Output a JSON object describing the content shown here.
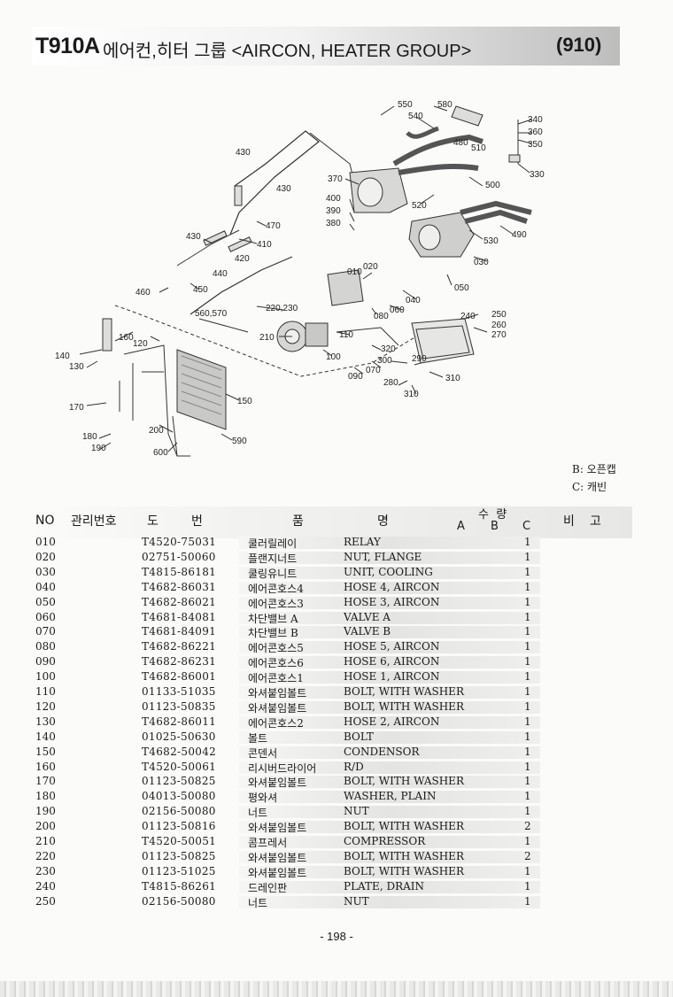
{
  "header": {
    "model": "T910A",
    "title": "에어컨,히터 그룹 <AIRCON, HEATER GROUP>",
    "section": "(910)"
  },
  "diagram": {
    "callouts": [
      "550",
      "580",
      "540",
      "480",
      "510",
      "340",
      "360",
      "350",
      "330",
      "430",
      "430",
      "370",
      "500",
      "400",
      "390",
      "380",
      "520",
      "470",
      "490",
      "410",
      "530",
      "430",
      "420",
      "030",
      "440",
      "010",
      "020",
      "050",
      "040",
      "460",
      "450",
      "220,230",
      "560,570",
      "060",
      "080",
      "240",
      "250",
      "260",
      "270",
      "210",
      "110",
      "160",
      "140",
      "130",
      "120",
      "320",
      "100",
      "300",
      "290",
      "090",
      "070",
      "310",
      "280",
      "310",
      "150",
      "170",
      "200",
      "180",
      "190",
      "590",
      "600"
    ]
  },
  "legend": {
    "b": "B: 오픈캡",
    "c": "C: 캐빈"
  },
  "table": {
    "headers": {
      "no": "NO",
      "mgmt": "관리번호",
      "do": "도",
      "beon": "번",
      "pum": "품",
      "myeong": "명",
      "qty": "수  량",
      "a": "A",
      "b": "B",
      "c": "C",
      "bi": "비",
      "go": "고"
    },
    "rows": [
      {
        "no": "010",
        "part": "T4520-75031",
        "kr": "쿨러릴레이",
        "en": "RELAY",
        "qty": "1"
      },
      {
        "no": "020",
        "part": "02751-50060",
        "kr": "플랜지너트",
        "en": "NUT, FLANGE",
        "qty": "1"
      },
      {
        "no": "030",
        "part": "T4815-86181",
        "kr": "쿨링유니트",
        "en": "UNIT, COOLING",
        "qty": "1"
      },
      {
        "no": "040",
        "part": "T4682-86031",
        "kr": "에어콘호스4",
        "en": "HOSE 4, AIRCON",
        "qty": "1"
      },
      {
        "no": "050",
        "part": "T4682-86021",
        "kr": "에어콘호스3",
        "en": "HOSE 3, AIRCON",
        "qty": "1"
      },
      {
        "no": "060",
        "part": "T4681-84081",
        "kr": "차단밸브 A",
        "en": "VALVE A",
        "qty": "1"
      },
      {
        "no": "070",
        "part": "T4681-84091",
        "kr": "차단밸브 B",
        "en": "VALVE B",
        "qty": "1"
      },
      {
        "no": "080",
        "part": "T4682-86221",
        "kr": "에어콘호스5",
        "en": "HOSE 5, AIRCON",
        "qty": "1"
      },
      {
        "no": "090",
        "part": "T4682-86231",
        "kr": "에어콘호스6",
        "en": "HOSE 6, AIRCON",
        "qty": "1"
      },
      {
        "no": "100",
        "part": "T4682-86001",
        "kr": "에어콘호스1",
        "en": "HOSE 1, AIRCON",
        "qty": "1"
      },
      {
        "no": "110",
        "part": "01133-51035",
        "kr": "와셔붙임볼트",
        "en": "BOLT, WITH WASHER",
        "qty": "1"
      },
      {
        "no": "120",
        "part": "01123-50835",
        "kr": "와셔붙임볼트",
        "en": "BOLT, WITH WASHER",
        "qty": "1"
      },
      {
        "no": "130",
        "part": "T4682-86011",
        "kr": "에어콘호스2",
        "en": "HOSE 2, AIRCON",
        "qty": "1"
      },
      {
        "no": "140",
        "part": "01025-50630",
        "kr": "볼트",
        "en": "BOLT",
        "qty": "1"
      },
      {
        "no": "150",
        "part": "T4682-50042",
        "kr": "콘덴서",
        "en": "CONDENSOR",
        "qty": "1"
      },
      {
        "no": "160",
        "part": "T4520-50061",
        "kr": "리시버드라이어",
        "en": "R/D",
        "qty": "1"
      },
      {
        "no": "170",
        "part": "01123-50825",
        "kr": "와셔붙임볼트",
        "en": "BOLT, WITH WASHER",
        "qty": "1"
      },
      {
        "no": "180",
        "part": "04013-50080",
        "kr": "평와셔",
        "en": "WASHER, PLAIN",
        "qty": "1"
      },
      {
        "no": "190",
        "part": "02156-50080",
        "kr": "너트",
        "en": "NUT",
        "qty": "1"
      },
      {
        "no": "200",
        "part": "01123-50816",
        "kr": "와셔붙임볼트",
        "en": "BOLT, WITH WASHER",
        "qty": "2"
      },
      {
        "no": "210",
        "part": "T4520-50051",
        "kr": "콤프레서",
        "en": "COMPRESSOR",
        "qty": "1"
      },
      {
        "no": "220",
        "part": "01123-50825",
        "kr": "와셔붙임볼트",
        "en": "BOLT, WITH WASHER",
        "qty": "2"
      },
      {
        "no": "230",
        "part": "01123-51025",
        "kr": "와셔붙임볼트",
        "en": "BOLT, WITH WASHER",
        "qty": "1"
      },
      {
        "no": "240",
        "part": "T4815-86261",
        "kr": "드레인판",
        "en": "PLATE, DRAIN",
        "qty": "1"
      },
      {
        "no": "250",
        "part": "02156-50080",
        "kr": "너트",
        "en": "NUT",
        "qty": "1"
      }
    ]
  },
  "footer": {
    "page": "- 198 -"
  },
  "colors": {
    "ink": "#1a1a1a",
    "paper": "#fbfbf9",
    "header_gray": "#bdbdbd"
  }
}
